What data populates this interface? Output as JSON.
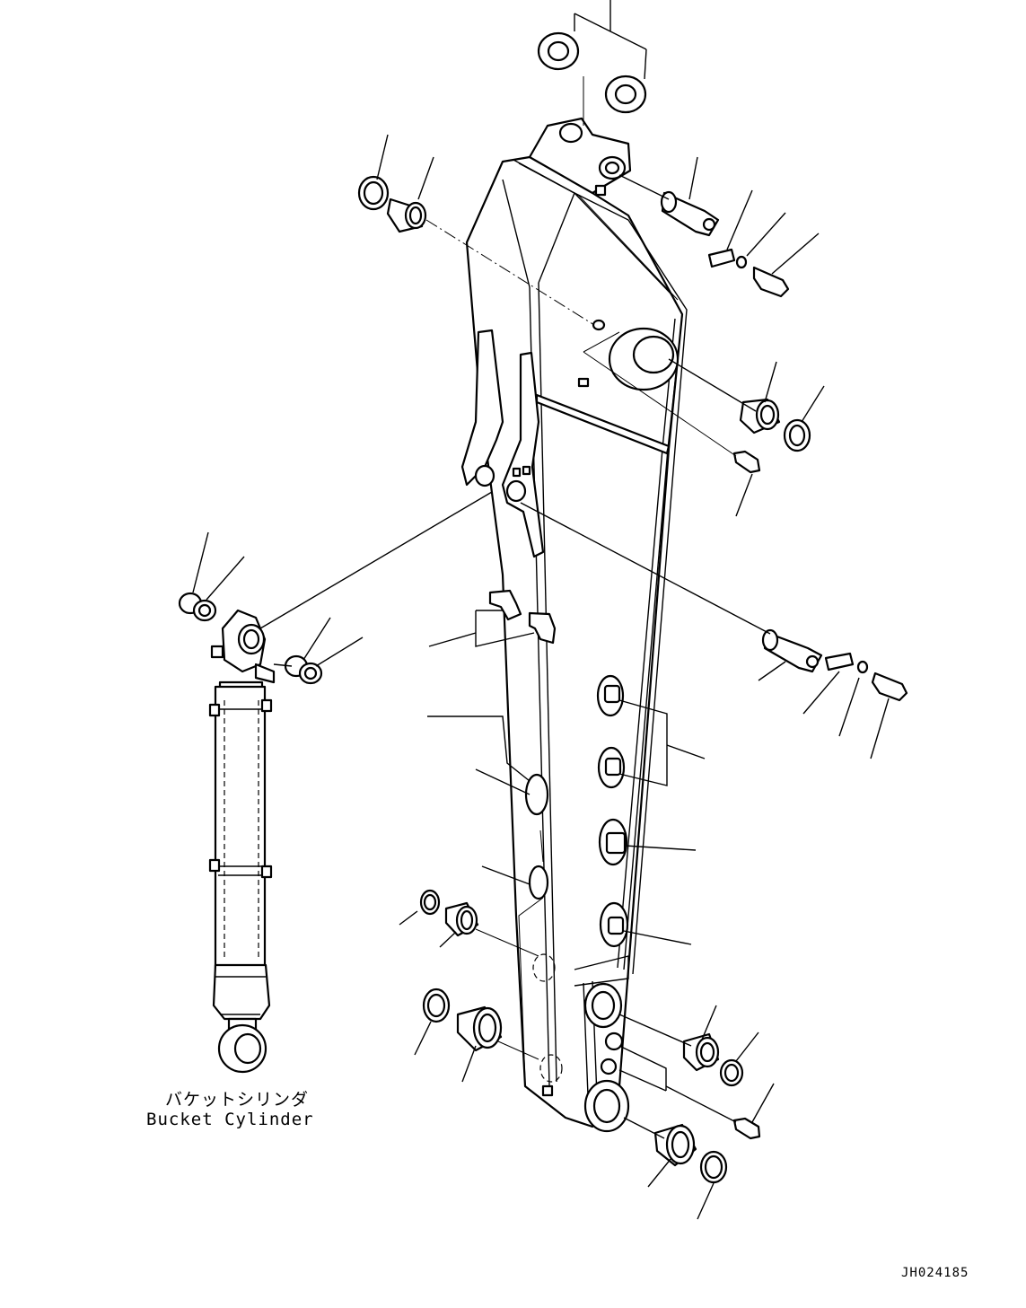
{
  "diagram": {
    "caption_jp": "バケットシリンダ",
    "caption_en": "Bucket Cylinder",
    "drawing_code": "JH024185"
  }
}
